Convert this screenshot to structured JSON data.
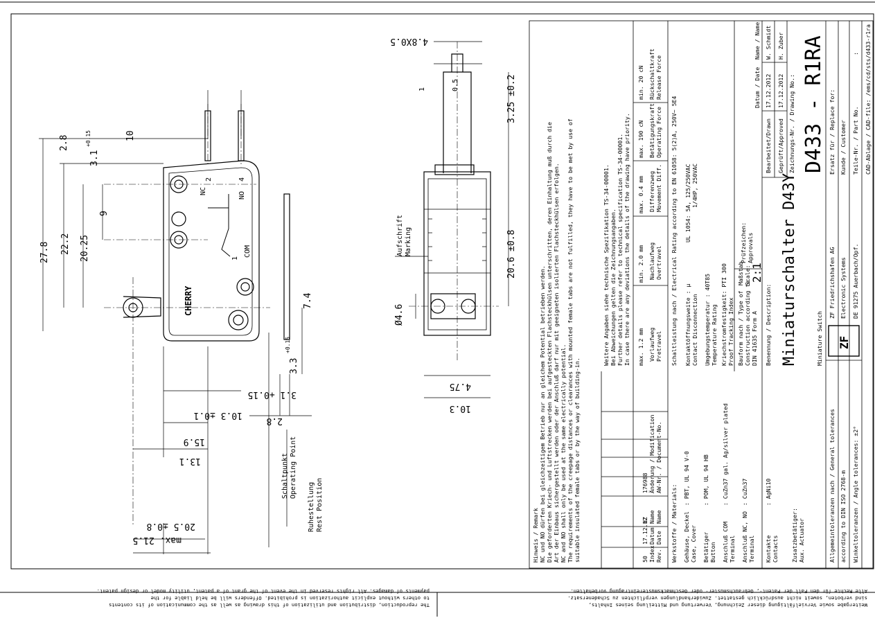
{
  "notice": {
    "left": [
      "The reproduction, distribution and utilization of this drawing as well as the communication of its contents",
      "to others without explicit authorization is prohibited. Offenders will be held liable for the",
      "payments of damages. All rights reserved in the event of the grant of a patent, utility model or design patent."
    ],
    "right": [
      "Weitergabe sowie Vervielfältigung dieser Zeichnung, Verwertung und Mitteilung seines Inhalts,",
      "sind verboten, soweit nicht ausdrücklich gestattet. Zuwiderhandlungen verpflichten zu Schadenersatz.",
      "Alle Rechte für den Fall der Patent-, Gebrauchsmuster- oder Geschmacksmustereintragung vorbehalten."
    ]
  },
  "dimensions": {
    "d27_8": "27.8",
    "d22_2": "22.2",
    "d20_25": "20.25",
    "d9": "9",
    "d2_8a": "2.8",
    "d3_1a": "3.1",
    "d3_1a_tol": "+0.15",
    "d10": "10",
    "d7_4": "7.4",
    "d3_3": "3.3",
    "d3_3_tol": "+0.15",
    "d3_1b": "3.1 +0.15",
    "d2_8b": "2.8",
    "d10_3": "10.3 ±0.1",
    "d15_9": "15.9",
    "d13_1": "13.1",
    "d20_5": "20.5 ±0.8",
    "dmax21_5": "max. 21.5",
    "d4_8x0_5": "4.8X0.5",
    "d0_5": "0.5",
    "d1": "1",
    "d3_25": "3.25 ±0.2",
    "d20_6": "20.6 ±0.8",
    "d4_6": "Ø4.6",
    "d4_75": "4.75",
    "d10_3b": "10.3"
  },
  "labels": {
    "nc": "NC",
    "no": "NO",
    "com": "COM",
    "n2": "2",
    "n4": "4",
    "n1": "1",
    "brand": "CHERRY",
    "aufschrift": "Aufschrift",
    "marking": "Marking",
    "schaltpunkt": "Schaltpunkt",
    "operating_point": "Operating Point",
    "ruhestellung": "Ruhestellung",
    "rest_position": "Rest Position"
  },
  "notes": {
    "hinweis_title": "Hinweis / Remark",
    "lines": [
      "NC und NO dürfen bei gleichzeitigem Betrieb nur an gleichem Potential betrieben werden.",
      "Die geforderten Kriech- und Luftstrecken werden bei aufgesteckten Flachsteckhülsen unterschritten, deren Einhaltung muß durch die",
      "Art der Einbaus sichergestellt werden oder der Anschluß darf nur mit geeigneten isolierten Flachsteckhülsen erfolgen.",
      "NC and NO shall only be used at the same electrically potential.",
      "The requirements of the creepage distances or clearances with mounted female tabs are not fulfilled, they have to be met by use of",
      "suitable insulated female tabs or by the way of building-in."
    ],
    "weitere": [
      "Weitere Angaben siehe technische Spezifikation TS-34-00001.",
      "Bei Abweichungen gelten die Zeichnungsangaben.",
      "Further details please refer to technical specification TS-34-00001.",
      "In case there are any deviations the details of the drawing have priority."
    ]
  },
  "revision": {
    "index": "50",
    "date": "17.12.12",
    "name": "HZ",
    "doc": "176988",
    "h_index": "Index",
    "h_rev": "Rev.",
    "h_datum": "Datum",
    "h_date": "Date",
    "h_name": "Name",
    "h_name2": "Name",
    "h_aend": "Änderung / Modification",
    "h_aw": "AW-Nr. / Document-No."
  },
  "travel": {
    "pretravel_val": "max. 1.2 mm",
    "pretravel_de": "Vorlaufweg",
    "pretravel_en": "Pretravel",
    "overtravel_val": "min. 2.0 mm",
    "overtravel_de": "Nachlaufweg",
    "overtravel_en": "Overtravel",
    "diff_val": "max. 0.4 mm",
    "diff_de": "Differenzweg",
    "diff_en": "Movement Diff.",
    "opforce_val": "max. 190 cN",
    "opforce_de": "Betätigungskraft",
    "opforce_en": "Operating Force",
    "relforce_val": "min. 20 cN",
    "relforce_de": "Rückschaltkraft",
    "relforce_en": "Release Force"
  },
  "materials": {
    "title": "Werkstoffe / Materials:",
    "gehaeuse_de": "Gehäuse, Deckel",
    "gehaeuse_en": "Case, Cover",
    "gehaeuse_val": ": PBT, UL 94 V-0",
    "betaetiger_de": "Betätiger",
    "betaetiger_en": "Button",
    "betaetiger_val": ": POM, UL 94 HB",
    "com_de": "Anschluß COM",
    "com_en": "Terminal",
    "com_val": ": CuZn37 gal. Ag/silver plated",
    "nc_de": "Anschluß NC, NO",
    "nc_en": "Terminal",
    "nc_val": ": CuZn37",
    "kontakte_de": "Kontakte",
    "kontakte_en": "Contacts",
    "kontakte_val": ": AgNi10",
    "zusatz_de": "Zusatzbetätiger:",
    "zusatz_en": "Aux. Actuator"
  },
  "ratings": {
    "schalt": "Schaltleistung nach / Electrical Rating according to EN 61058: 5(2)A, 250V~ 5E4",
    "kontakt_de": "Kontaktöffnungsweite : µ",
    "kontakt_en": "Contact Disconnection",
    "ul": "UL 1054: 5A, 125/250VAC",
    "ul2": "1/4HP, 250VAC",
    "temp_de": "Umgebungstemperatur : 40T85",
    "temp_en": "Temperature Rating",
    "pti_de": "Kriechstromfestigkeit: PTI 300",
    "pti_en": "Proof Tracking Index",
    "pruef": "Prüfzeichen:",
    "approvals": "Approvals"
  },
  "title_block": {
    "bauform": "Bauform nach / Type of",
    "construction": "Construction according to",
    "din": "DIN 41635 Form A",
    "massstab": "Maßstab",
    "scale": "Scale:",
    "scale_val": "2:1",
    "bearbeitet": "Bearbeitet/Drawn",
    "bearbeitet_date": "17.12.2012",
    "bearbeitet_name": "W. Schmidt",
    "geprueft": "Geprüft/Approved",
    "geprueft_date": "17.12.2012",
    "geprueft_name": "H. Zuber",
    "datum_head": "Datum / Date",
    "name_head": "Name / Name",
    "benennung": "Benennung / Description:",
    "title": "Miniaturschalter D43Y",
    "subtitle": "Miniature Switch",
    "zeichnung": "Zeichnungs-Nr. / Drawing No.:",
    "drawing_no": "D433 - R1RA",
    "allg": "Allgemeintoleranzen nach / General tolerances",
    "iso": "according to DIN ISO 2768-m",
    "winkel": "Winkeltoleranzen / Angle tolerances: ±2°",
    "company1": "ZF Friedrichshafen AG",
    "company2": "Electronic Systems",
    "company3": "DE 91275 Auerbach/Opf.",
    "logo": "ZF",
    "ersatz": "Ersatz für / Replace for:",
    "kunde": "Kunde / Customer",
    "teile": "Teile-Nr. / Part No.",
    "teile_val": ":",
    "cad": "CAD-Ablage / CAD-file: /ems/cd/sts/d433-r1ra"
  }
}
